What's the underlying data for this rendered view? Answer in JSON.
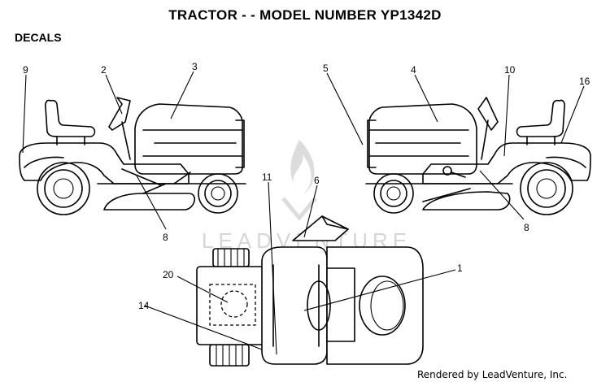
{
  "title": "TRACTOR - - MODEL NUMBER YP1342D",
  "section": "DECALS",
  "credit": "Rendered by LeadVenture, Inc.",
  "watermark": "LEADVENTURE",
  "callouts": [
    {
      "id": "c9",
      "label": "9"
    },
    {
      "id": "c2",
      "label": "2"
    },
    {
      "id": "c3",
      "label": "3"
    },
    {
      "id": "c8a",
      "label": "8"
    },
    {
      "id": "c5",
      "label": "5"
    },
    {
      "id": "c4",
      "label": "4"
    },
    {
      "id": "c10",
      "label": "10"
    },
    {
      "id": "c16",
      "label": "16"
    },
    {
      "id": "c8b",
      "label": "8"
    },
    {
      "id": "c11",
      "label": "11"
    },
    {
      "id": "c6",
      "label": "6"
    },
    {
      "id": "c1",
      "label": "1"
    },
    {
      "id": "c20",
      "label": "20"
    },
    {
      "id": "c14",
      "label": "14"
    }
  ]
}
